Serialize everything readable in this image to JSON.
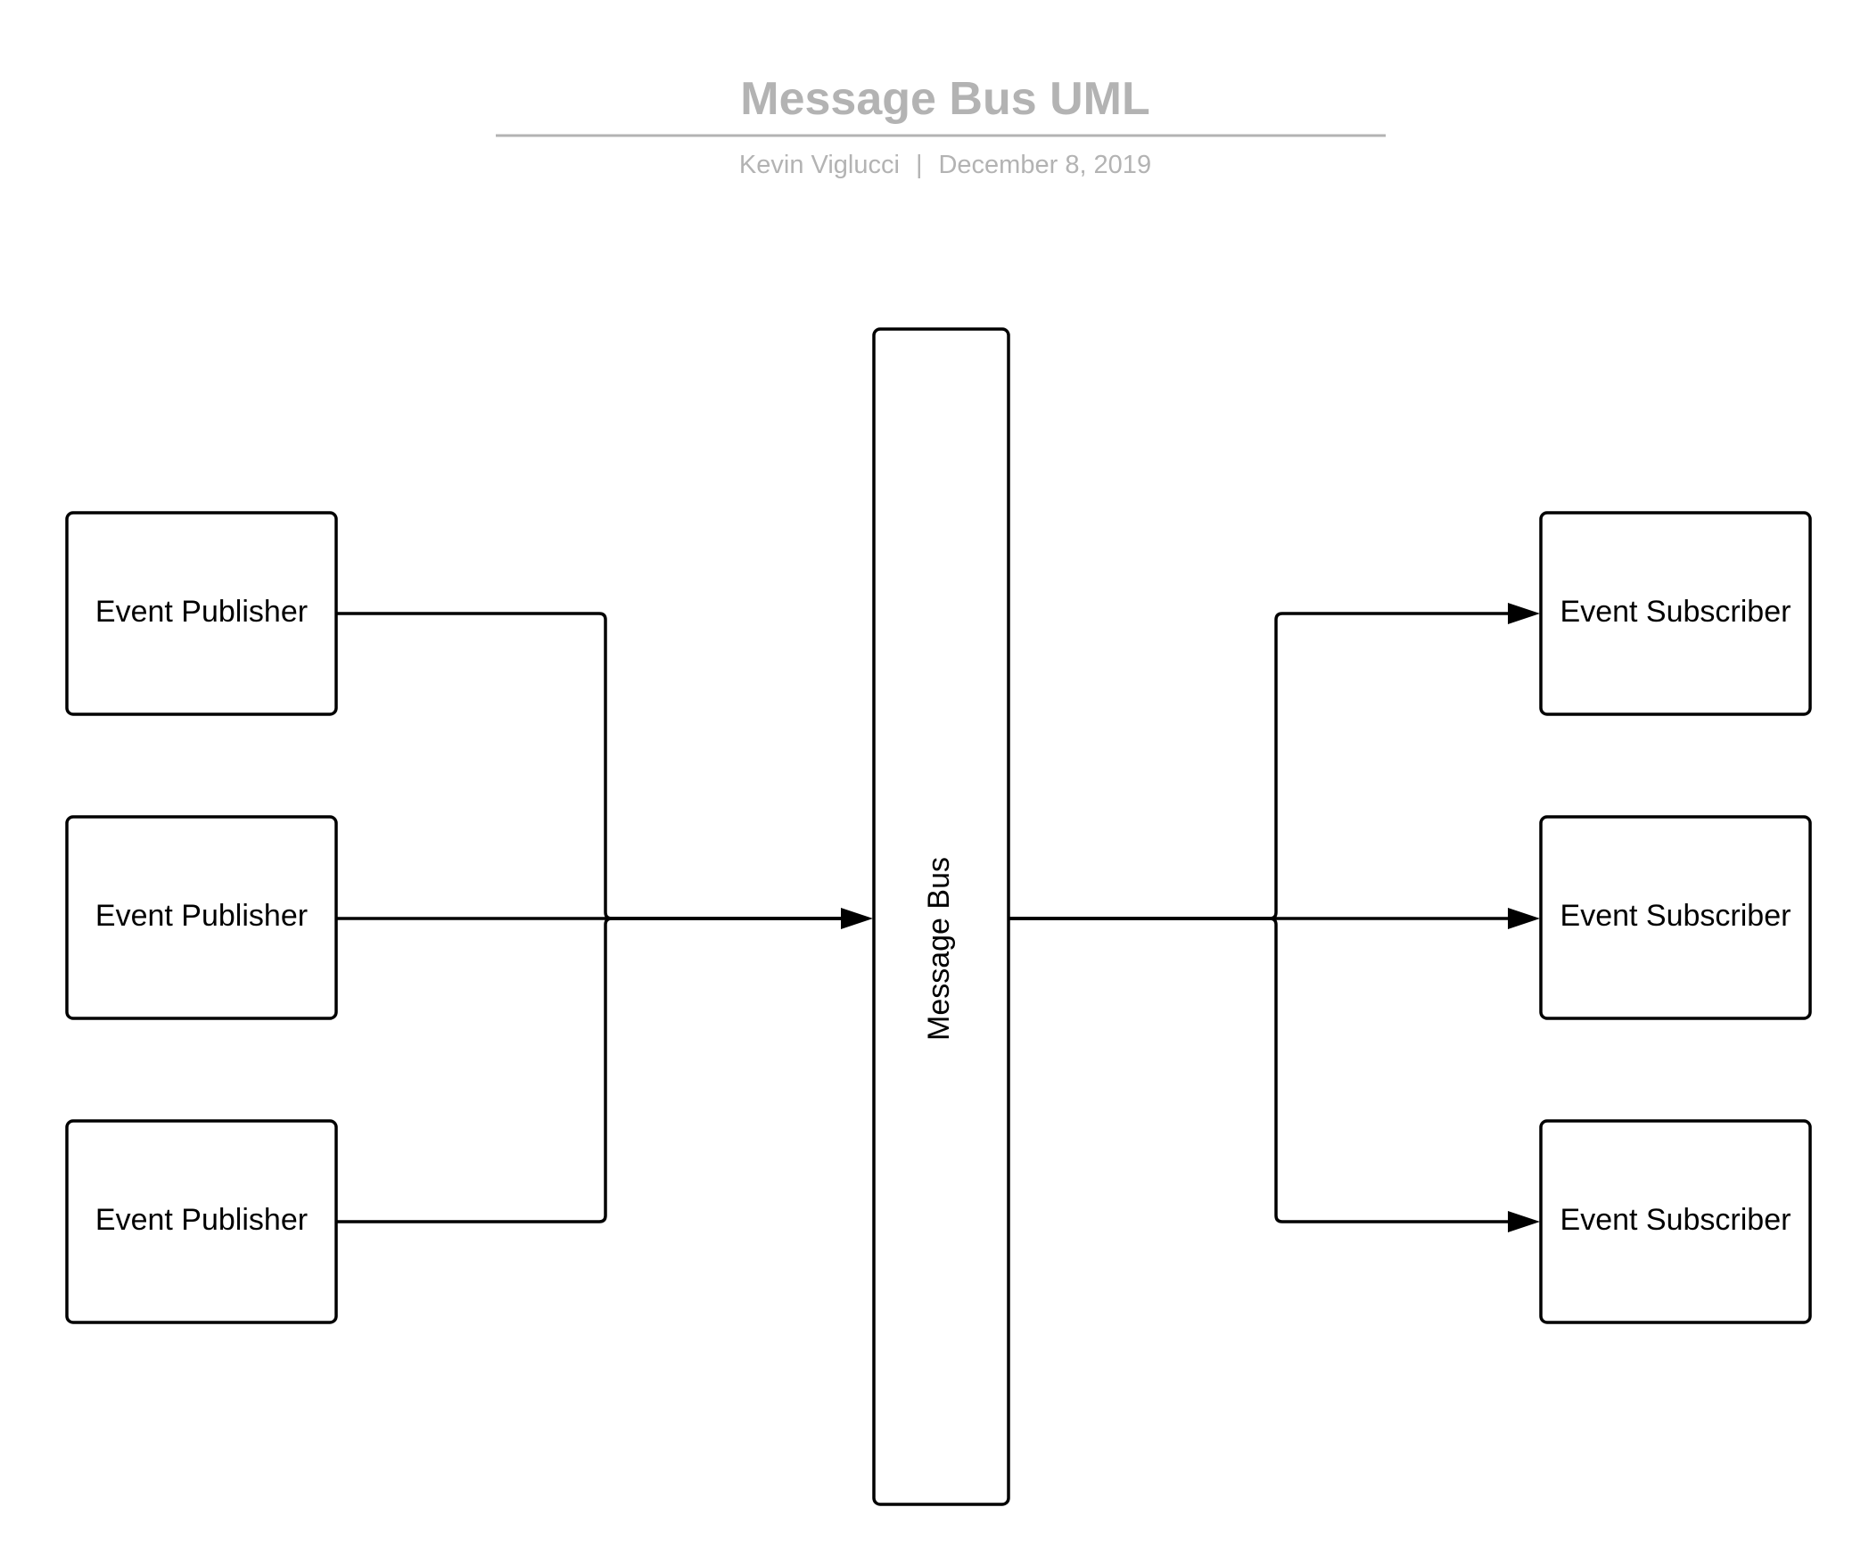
{
  "header": {
    "title": "Message Bus UML",
    "author": "Kevin Viglucci",
    "separator": "|",
    "date": "December 8, 2019"
  },
  "nodes": {
    "bus": {
      "label": "Message Bus"
    },
    "publishers": [
      {
        "label": "Event Publisher"
      },
      {
        "label": "Event Publisher"
      },
      {
        "label": "Event Publisher"
      }
    ],
    "subscribers": [
      {
        "label": "Event Subscriber"
      },
      {
        "label": "Event Subscriber"
      },
      {
        "label": "Event Subscriber"
      }
    ]
  },
  "colors": {
    "title": "#b3b3b3",
    "stroke": "#000000",
    "background": "#ffffff"
  }
}
